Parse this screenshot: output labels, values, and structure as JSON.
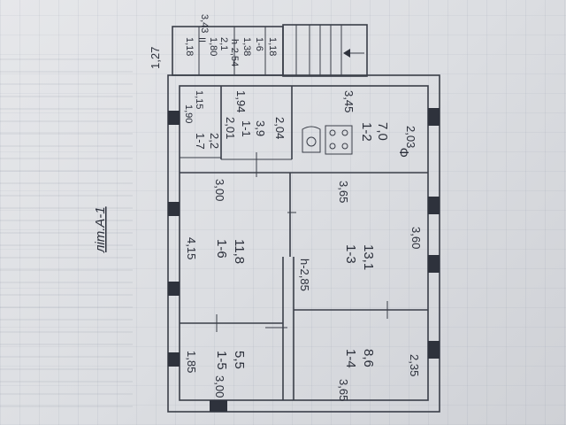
{
  "plan_title": "літ.А-1",
  "rooms": [
    {
      "id": "1-1",
      "area": "3,9"
    },
    {
      "id": "1-2",
      "area": "7,0"
    },
    {
      "id": "1-3",
      "area": "13,1"
    },
    {
      "id": "1-4",
      "area": "8,6"
    },
    {
      "id": "1-5",
      "area": "5,5"
    },
    {
      "id": "1-6",
      "area": "11,8"
    },
    {
      "id": "1-7",
      "area": "2,2"
    },
    {
      "id": "1-6",
      "area": "1,18"
    }
  ],
  "porch": {
    "id": "II",
    "area": "2,1",
    "height": "h-2,54"
  },
  "dimensions": {
    "porch_top": "3,43",
    "porch_left_h": "1,27",
    "porch_w1": "1,18",
    "porch_w2": "1,80",
    "porch_w3": "1,38",
    "r17_w": "1,15",
    "r17_h": "1,90",
    "r11_top": "1,94",
    "r11_left": "2,01",
    "r11_right": "2,04",
    "r12_top": "3,45",
    "r12_right": "2,03",
    "r16_top": "3,00",
    "r16_left": "4,15",
    "r13_top": "3,65",
    "r13_right": "3,60",
    "height": "h-2,85",
    "r15_left": "1,85",
    "r15_bottom": "3,00",
    "r14_bottom": "3,65",
    "r14_right": "2,35"
  },
  "symbols": {
    "stove": "stove-icon",
    "heater": "Ф"
  }
}
